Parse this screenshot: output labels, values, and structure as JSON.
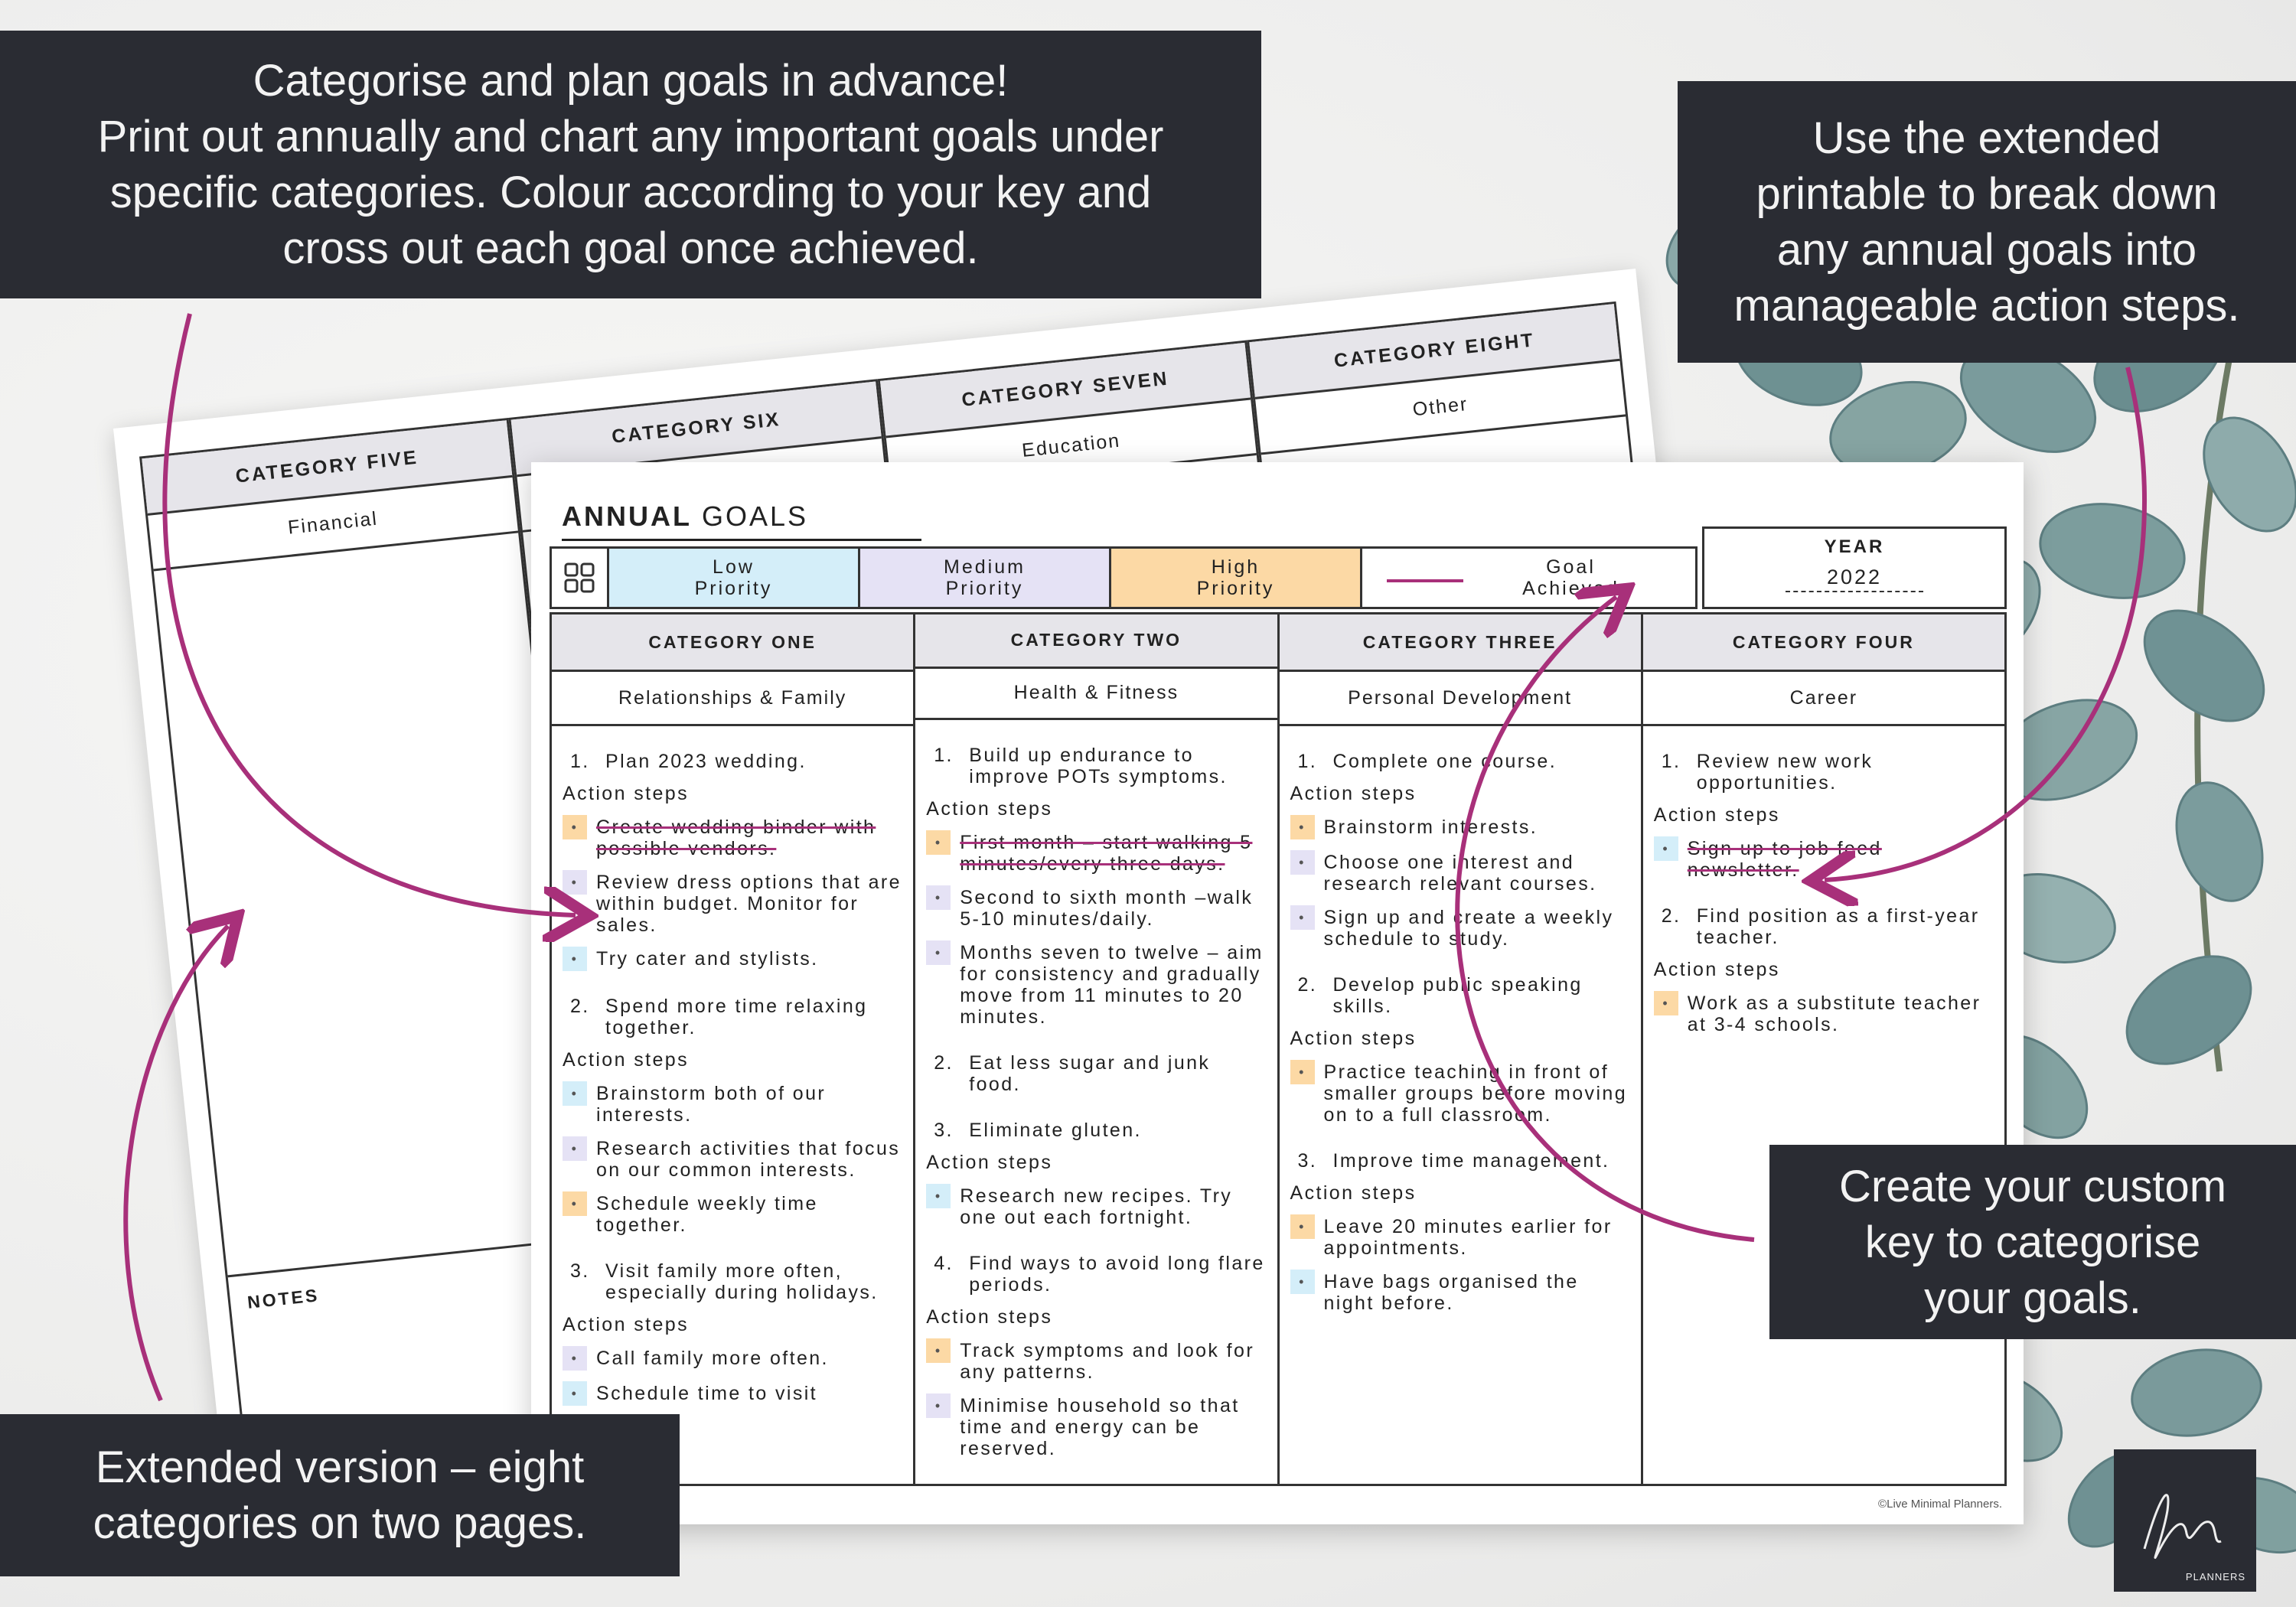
{
  "callouts": {
    "top_left": "Categorise and plan goals in advance!\nPrint out annually and chart any important goals under\nspecific categories. Colour according to your key and\ncross out each goal once achieved.",
    "top_right": "Use the extended\nprintable to break down\nany annual goals into\nmanageable action steps.",
    "bottom_right": "Create your custom\nkey to categorise\nyour goals.",
    "bottom_left": "Extended version – eight\ncategories on two pages."
  },
  "back_sheet": {
    "columns": [
      {
        "head": "CATEGORY FIVE",
        "sub": "Financial"
      },
      {
        "head": "CATEGORY SIX",
        "sub": ""
      },
      {
        "head": "CATEGORY SEVEN",
        "sub": "Education"
      },
      {
        "head": "CATEGORY EIGHT",
        "sub": "Other"
      }
    ],
    "notes_label": "NOTES"
  },
  "front_sheet": {
    "title_bold": "ANNUAL",
    "title_rest": " GOALS",
    "key": {
      "low": "Low\nPriority",
      "medium": "Medium\nPriority",
      "high": "High\nPriority",
      "goal": "Goal\nAchieved"
    },
    "year_label": "YEAR",
    "year_value": "2022",
    "columns": [
      {
        "head": "CATEGORY ONE",
        "sub": "Relationships & Family",
        "goals": [
          {
            "num": "1.",
            "text": "Plan 2023 wedding.",
            "label": "Action steps",
            "steps": [
              {
                "p": "high",
                "text": "Create wedding binder with possible vendors.",
                "struck": true
              },
              {
                "p": "med",
                "text": "Review dress options that are within budget. Monitor for sales.",
                "struck": false
              },
              {
                "p": "low",
                "text": "Try cater and stylists.",
                "struck": false
              }
            ]
          },
          {
            "num": "2.",
            "text": "Spend more time relaxing together.",
            "label": "Action steps",
            "steps": [
              {
                "p": "low",
                "text": "Brainstorm both of our interests.",
                "struck": false
              },
              {
                "p": "med",
                "text": "Research activities that focus on our common interests.",
                "struck": false
              },
              {
                "p": "high",
                "text": "Schedule weekly time together.",
                "struck": false
              }
            ]
          },
          {
            "num": "3.",
            "text": "Visit family more often, especially during holidays.",
            "label": "Action steps",
            "steps": [
              {
                "p": "med",
                "text": "Call family more often.",
                "struck": false
              },
              {
                "p": "low",
                "text": "Schedule time to visit",
                "struck": false
              }
            ]
          }
        ]
      },
      {
        "head": "CATEGORY TWO",
        "sub": "Health & Fitness",
        "goals": [
          {
            "num": "1.",
            "text": "Build up endurance to improve POTs symptoms.",
            "label": "Action steps",
            "steps": [
              {
                "p": "high",
                "text": "First month – start walking 5 minutes/every three days.",
                "struck": true
              },
              {
                "p": "med",
                "text": "Second to sixth month –walk 5-10 minutes/daily.",
                "struck": false
              },
              {
                "p": "med",
                "text": "Months seven to twelve – aim for consistency and gradually move from 11 minutes to 20 minutes.",
                "struck": false
              }
            ]
          },
          {
            "num": "2.",
            "text": "Eat less sugar and junk food.",
            "label": "",
            "steps": []
          },
          {
            "num": "3.",
            "text": "Eliminate gluten.",
            "label": "Action steps",
            "steps": [
              {
                "p": "low",
                "text": "Research new recipes. Try one out each fortnight.",
                "struck": false
              }
            ]
          },
          {
            "num": "4.",
            "text": "Find ways to avoid long flare periods.",
            "label": "Action steps",
            "steps": [
              {
                "p": "high",
                "text": "Track symptoms and look for any patterns.",
                "struck": false
              },
              {
                "p": "med",
                "text": "Minimise household so that time and energy can be reserved.",
                "struck": false
              }
            ]
          }
        ]
      },
      {
        "head": "CATEGORY THREE",
        "sub": "Personal Development",
        "goals": [
          {
            "num": "1.",
            "text": "Complete one course.",
            "label": "Action steps",
            "steps": [
              {
                "p": "high",
                "text": "Brainstorm interests.",
                "struck": false
              },
              {
                "p": "med",
                "text": "Choose one interest and research relevant courses.",
                "struck": false
              },
              {
                "p": "med",
                "text": "Sign up and create a weekly schedule to study.",
                "struck": false
              }
            ]
          },
          {
            "num": "2.",
            "text": "Develop public speaking skills.",
            "label": "Action steps",
            "steps": [
              {
                "p": "high",
                "text": "Practice teaching in front of smaller groups before moving on to a full classroom.",
                "struck": false
              }
            ]
          },
          {
            "num": "3.",
            "text": "Improve time management.",
            "label": "Action steps",
            "steps": [
              {
                "p": "high",
                "text": "Leave 20 minutes earlier for appointments.",
                "struck": false
              },
              {
                "p": "low",
                "text": "Have bags organised the night before.",
                "struck": false
              }
            ]
          }
        ]
      },
      {
        "head": "CATEGORY FOUR",
        "sub": "Career",
        "goals": [
          {
            "num": "1.",
            "text": "Review new work opportunities.",
            "label": "Action steps",
            "steps": [
              {
                "p": "low",
                "text": "Sign up to job feed newsletter.",
                "struck": true
              }
            ]
          },
          {
            "num": "2.",
            "text": "Find position as a first-year teacher.",
            "label": "Action steps",
            "steps": [
              {
                "p": "high",
                "text": "Work as a substitute teacher at 3-4 schools.",
                "struck": false
              }
            ]
          }
        ]
      }
    ],
    "copyright": "©Live Minimal Planners."
  },
  "logo": {
    "text": "PLANNERS"
  },
  "colors": {
    "dark": "#2a2c33",
    "accent": "#a8307a",
    "low": "#d4eef9",
    "medium": "#e5e2f5",
    "high": "#fcd9a5"
  }
}
